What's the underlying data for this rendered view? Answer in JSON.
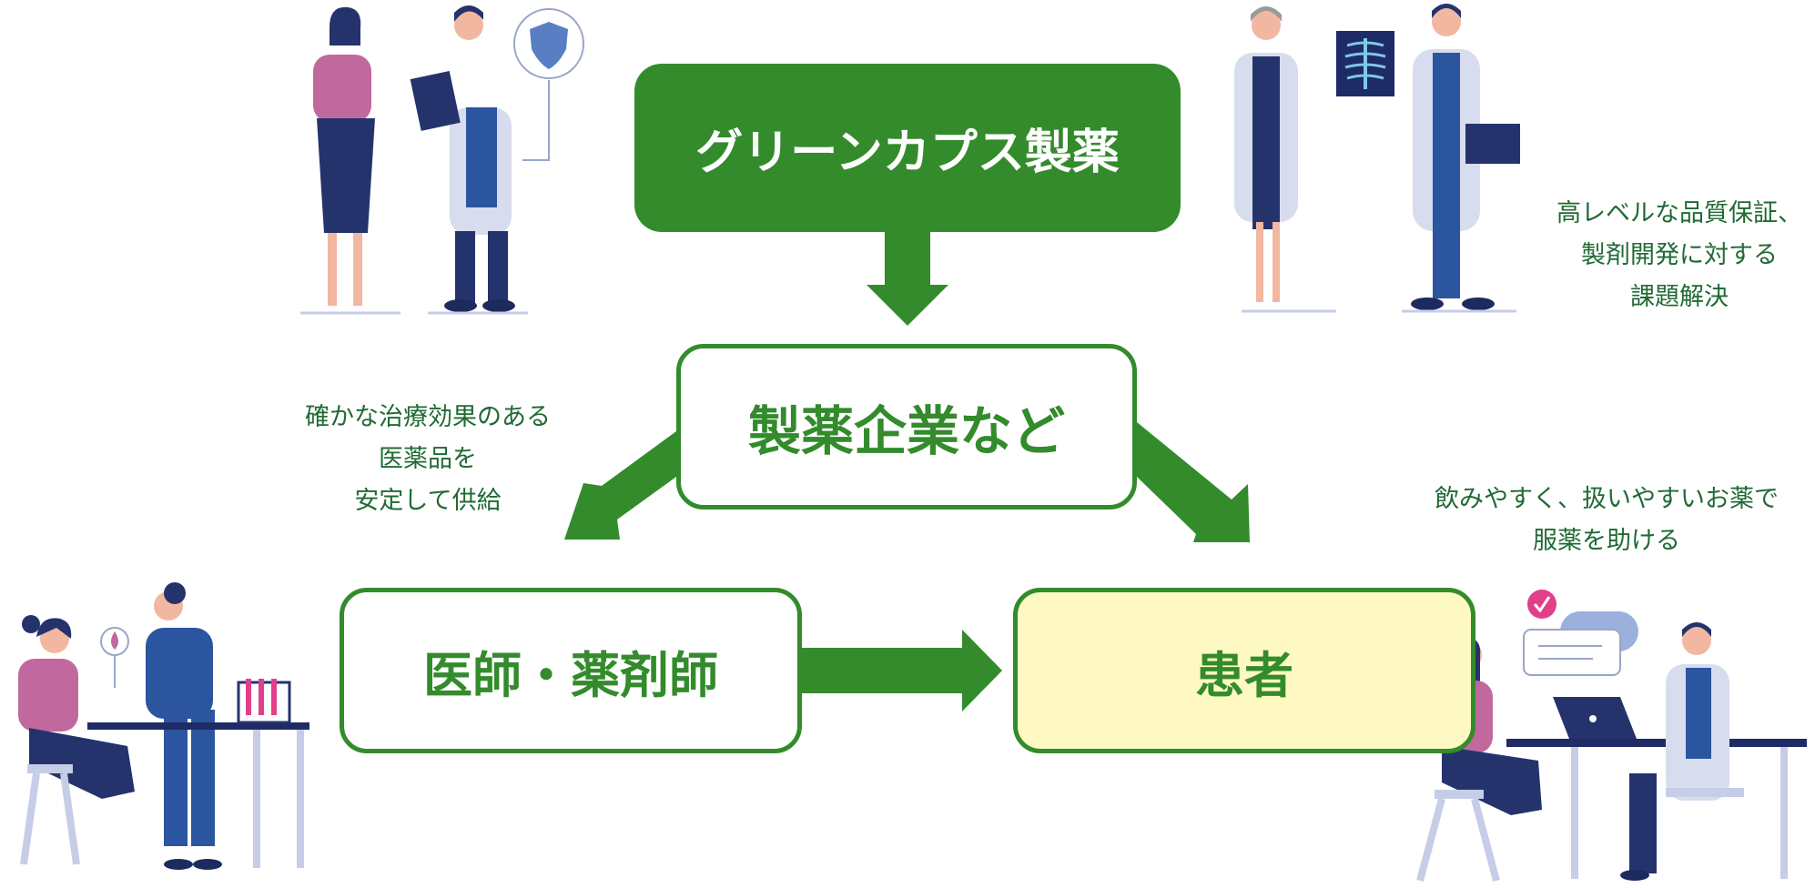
{
  "diagram": {
    "accent_color": "#338b2c",
    "patient_fill": "#fef9c2",
    "text_color": "#206a34",
    "nodes": {
      "top": {
        "label": "グリーンカプス製薬"
      },
      "middle": {
        "label": "製薬企業など"
      },
      "left": {
        "label": "医師・薬剤師"
      },
      "right": {
        "label": "患者"
      }
    },
    "notes": {
      "top_right": [
        "高レベルな品質保証、",
        "製剤開発に対する",
        "課題解決"
      ],
      "left": [
        "確かな治療効果のある",
        "医薬品を",
        "安定して供給"
      ],
      "right": [
        "飲みやすく、扱いやすいお薬で",
        "服薬を助ける"
      ]
    },
    "edges": [
      {
        "from": "top",
        "to": "middle"
      },
      {
        "from": "middle",
        "to": "left"
      },
      {
        "from": "middle",
        "to": "right"
      },
      {
        "from": "left",
        "to": "right"
      }
    ],
    "illustrations": [
      "patient-doctor-consultation-illustration",
      "doctors-xray-review-illustration",
      "blood-test-nurse-illustration",
      "online-consultation-laptop-illustration"
    ]
  }
}
